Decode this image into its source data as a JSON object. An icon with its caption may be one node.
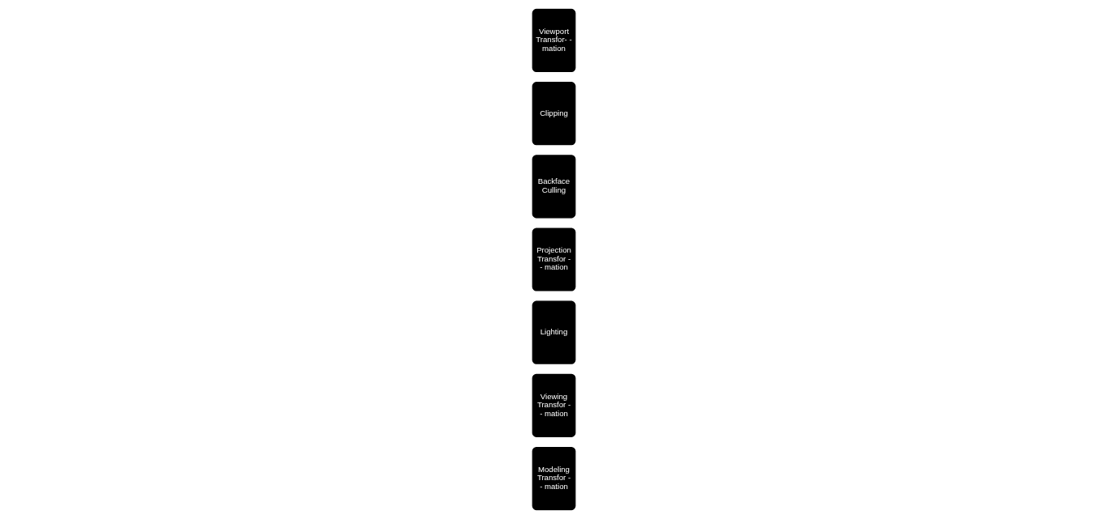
{
  "diagram": {
    "nodes": [
      {
        "text": [
          "Modeling Transfor - - mation"
        ]
      },
      {
        "text": [
          "Viewing Transfor - - mation"
        ]
      },
      {
        "text": [
          "Lighting"
        ]
      },
      {
        "text": [
          "Projection Transfor - - mation"
        ]
      },
      {
        "text": [
          "Backface Culling"
        ]
      },
      {
        "text": [
          "Clipping"
        ]
      },
      {
        "text": [
          "Viewport Transfor- - mation"
        ]
      }
    ]
  }
}
